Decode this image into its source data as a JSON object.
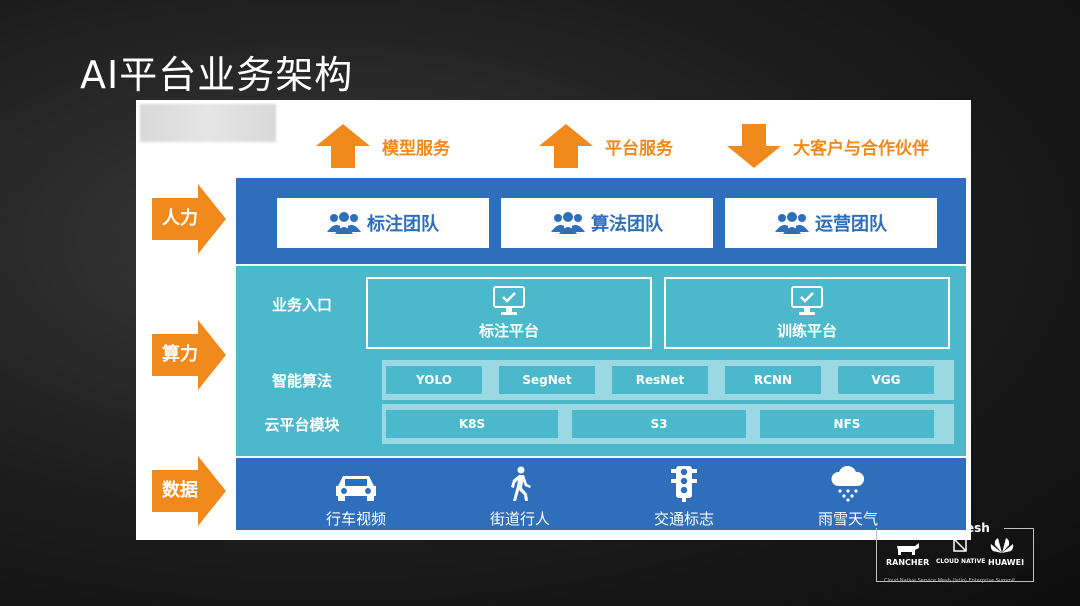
{
  "slide": {
    "title": "AI平台业务架构"
  },
  "outputs": [
    {
      "label": "模型服务",
      "direction": "up"
    },
    {
      "label": "平台服务",
      "direction": "up"
    },
    {
      "label": "大客户与合作伙伴",
      "direction": "down"
    }
  ],
  "layers": {
    "manpower": {
      "label": "人力",
      "teams": [
        "标注团队",
        "算法团队",
        "运营团队"
      ]
    },
    "compute": {
      "label": "算力",
      "entry": {
        "label": "业务入口",
        "platforms": [
          "标注平台",
          "训练平台"
        ]
      },
      "algorithms": {
        "label": "智能算法",
        "items": [
          "YOLO",
          "SegNet",
          "ResNet",
          "RCNN",
          "VGG"
        ]
      },
      "cloud": {
        "label": "云平台模块",
        "items": [
          "K8S",
          "S3",
          "NFS"
        ]
      }
    },
    "data": {
      "label": "数据",
      "sources": [
        {
          "label": "行车视频",
          "icon": "car-icon"
        },
        {
          "label": "街道行人",
          "icon": "pedestrian-icon"
        },
        {
          "label": "交通标志",
          "icon": "traffic-light-icon"
        },
        {
          "label": "雨雪天气",
          "icon": "snow-cloud-icon"
        }
      ]
    }
  },
  "logos": {
    "fragment": "esh",
    "rancher": "RANCHER",
    "cncf": "CLOUD NATIVE",
    "huawei": "HUAWEI",
    "footer": "Cloud Native Service Mesh (Istio) Enterprise Summit"
  },
  "colors": {
    "orange": "#f08a1c",
    "dark_blue": "#2f6eba",
    "teal": "#4bb8cc",
    "light_teal": "#9ad8e4"
  }
}
